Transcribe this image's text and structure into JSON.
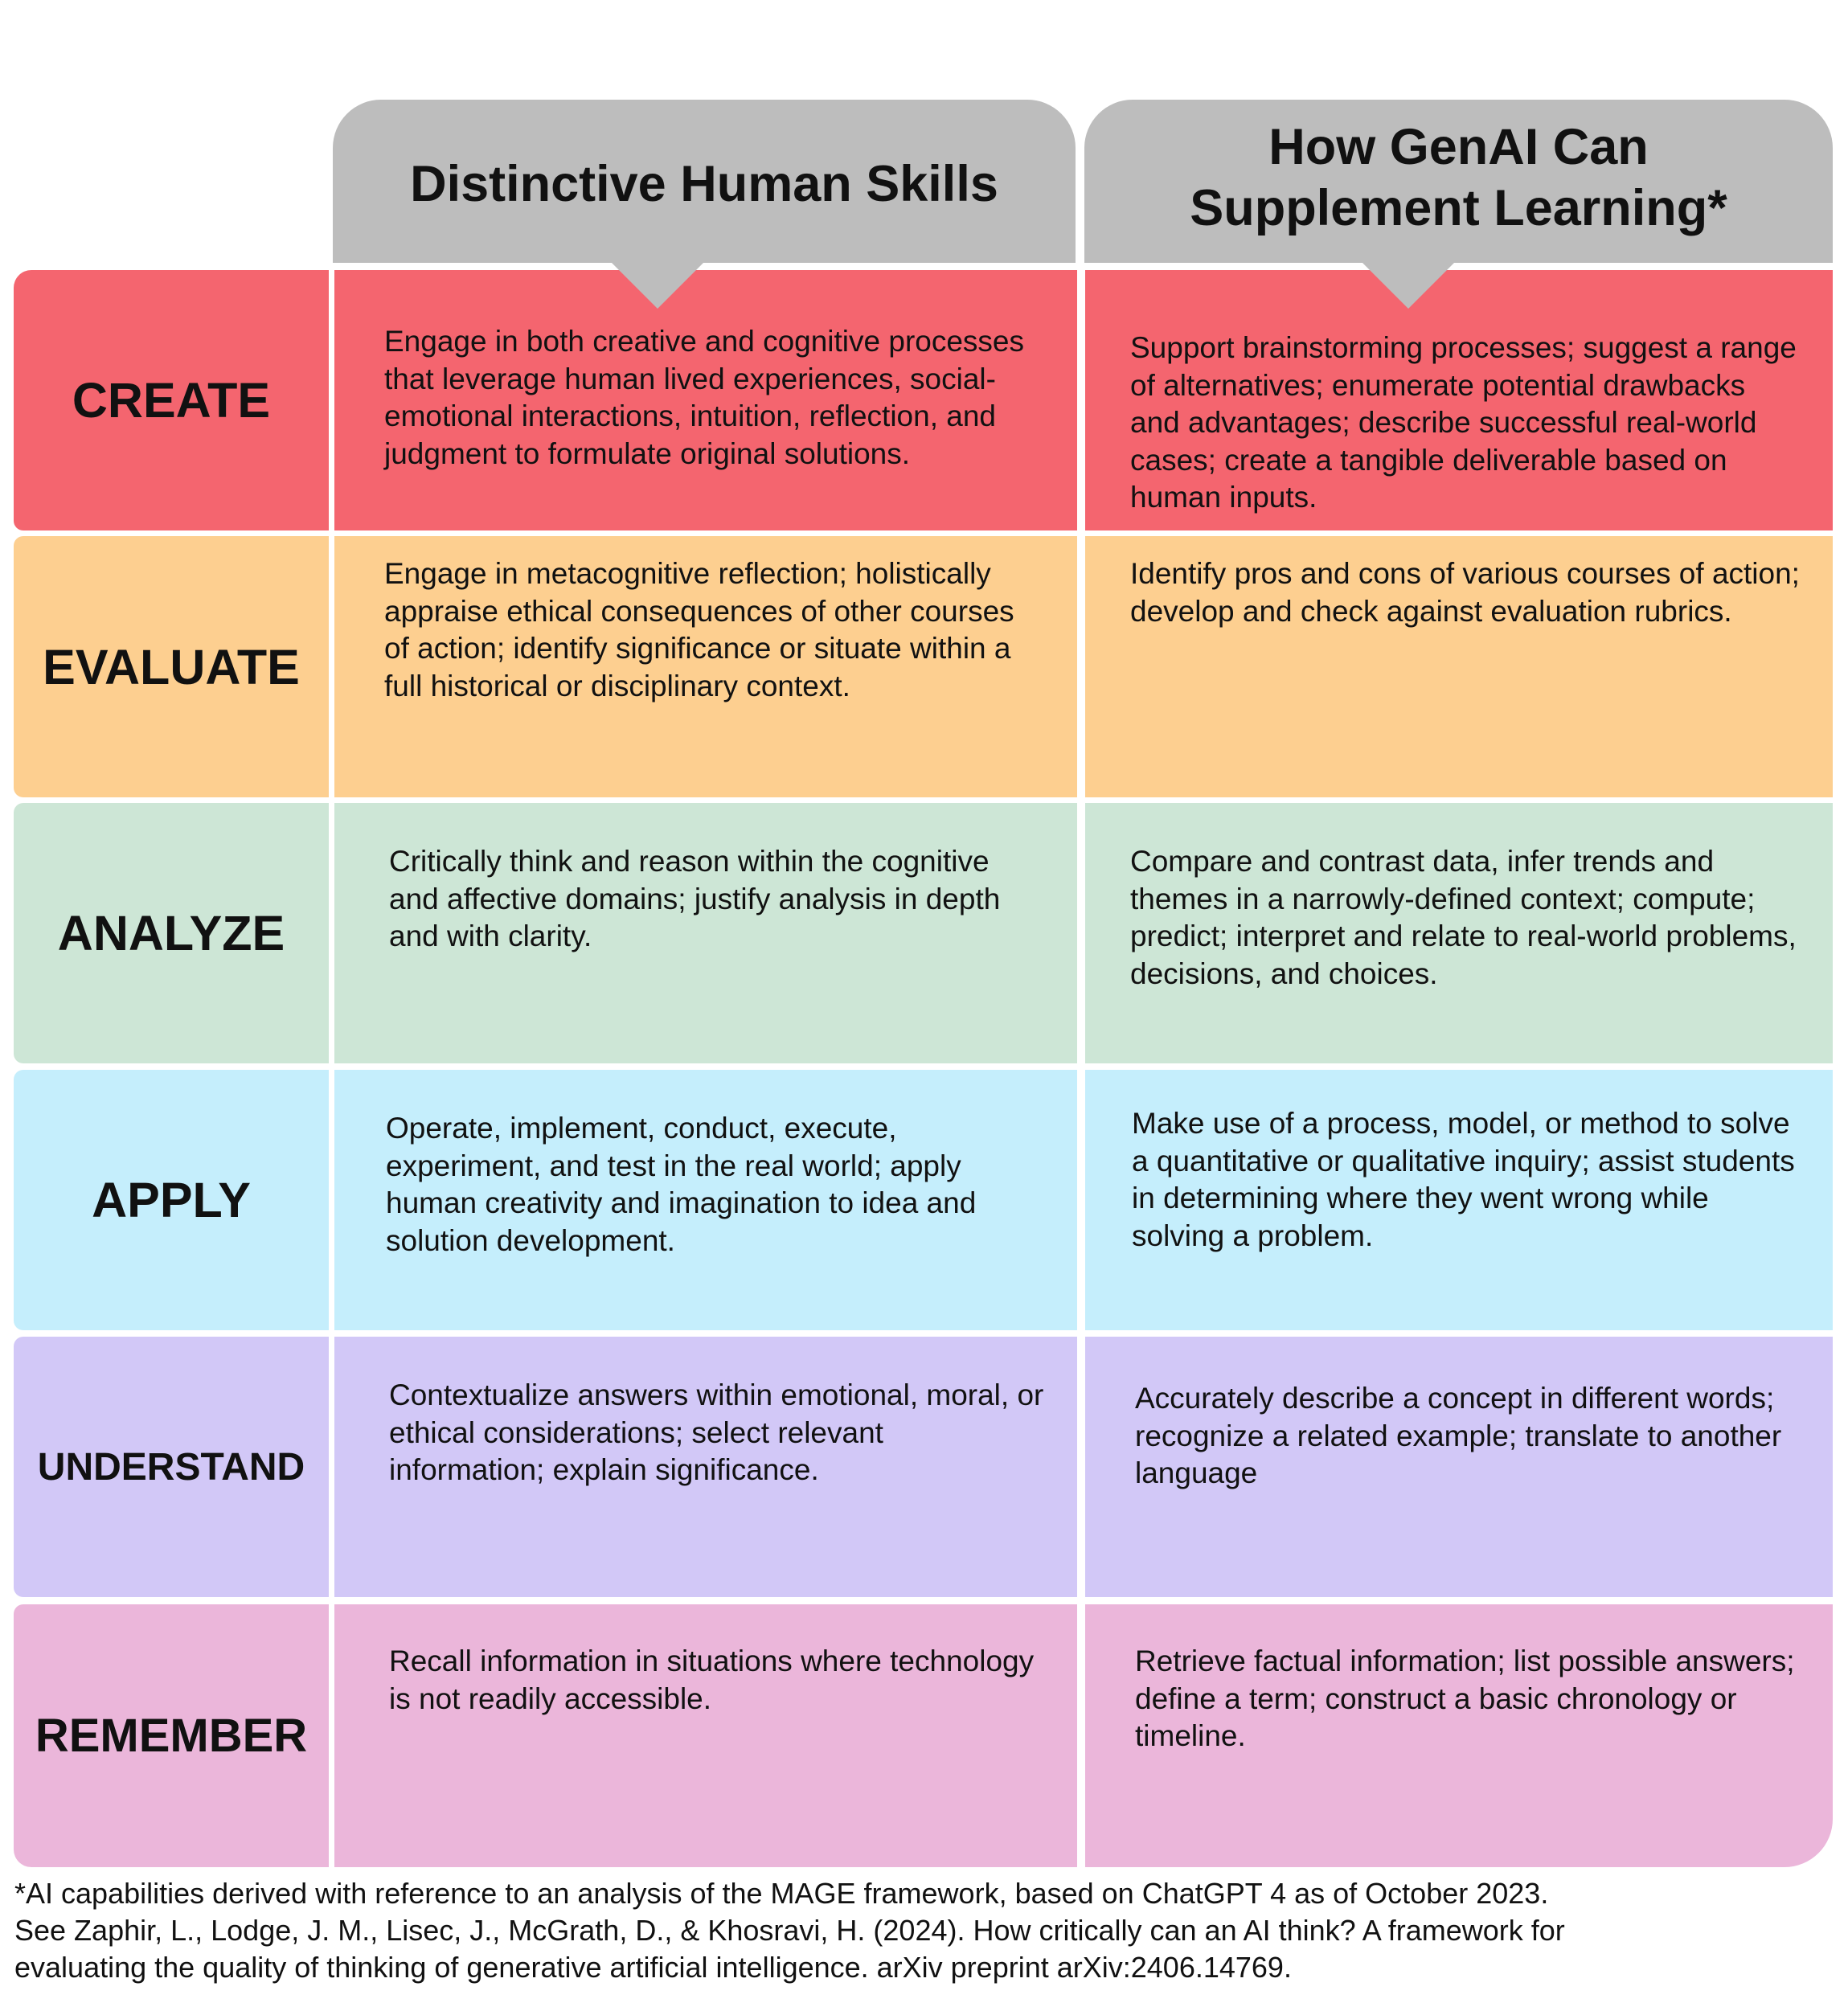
{
  "headers": {
    "human": "Distinctive Human Skills",
    "genai": "How GenAI Can Supplement Learning*"
  },
  "levels": [
    {
      "label": "CREATE",
      "color": "#f4656f",
      "human": "Engage in both creative and cognitive processes that leverage human lived experiences, social-emotional interactions, intuition, reflection, and judgment to formulate original solutions.",
      "genai": "Support brainstorming processes; suggest a range of alternatives; enumerate potential drawbacks and advantages; describe successful real-world cases; create a tangible deliverable based on human inputs."
    },
    {
      "label": "EVALUATE",
      "color": "#fdcf90",
      "human": "Engage in metacognitive reflection; holistically appraise ethical consequences of other courses of action; identify significance or situate within a full historical or disciplinary context.",
      "genai": "Identify pros and cons of various courses of action; develop and check against evaluation rubrics."
    },
    {
      "label": "ANALYZE",
      "color": "#cde6d6",
      "human": "Critically think and reason within the cognitive and affective domains; justify analysis in depth and with clarity.",
      "genai": "Compare and contrast data, infer trends and themes in a narrowly-defined context; compute; predict; interpret and relate to real-world problems, decisions, and choices."
    },
    {
      "label": "APPLY",
      "color": "#c5eefc",
      "human": "Operate, implement, conduct, execute, experiment, and test in the real world; apply human creativity and imagination to idea and solution development.",
      "genai": "Make use of a process, model, or method to solve a quantitative or qualitative inquiry; assist students in determining where they went wrong while solving a problem."
    },
    {
      "label": "UNDERSTAND",
      "color": "#d2c8f7",
      "human": "Contextualize answers within emotional, moral, or ethical considerations; select relevant information; explain significance.",
      "genai": "Accurately describe a concept in different words; recognize a related example; translate to another language"
    },
    {
      "label": "REMEMBER",
      "color": "#ebb6da",
      "human": "Recall information in situations where technology is not readily accessible.",
      "genai": "Retrieve factual information; list possible answers; define a term; construct a basic chronology or timeline."
    }
  ],
  "footnote": [
    "*AI capabilities derived with reference to an analysis of the MAGE framework, based on ChatGPT 4 as of October 2023.",
    "See Zaphir, L., Lodge, J. M., Lisec, J., McGrath, D., & Khosravi, H. (2024). How critically can an AI think? A framework for",
    "evaluating the quality of thinking of generative artificial intelligence. arXiv preprint arXiv:2406.14769."
  ],
  "colors": {
    "header_gray": "#bdbdbd"
  }
}
